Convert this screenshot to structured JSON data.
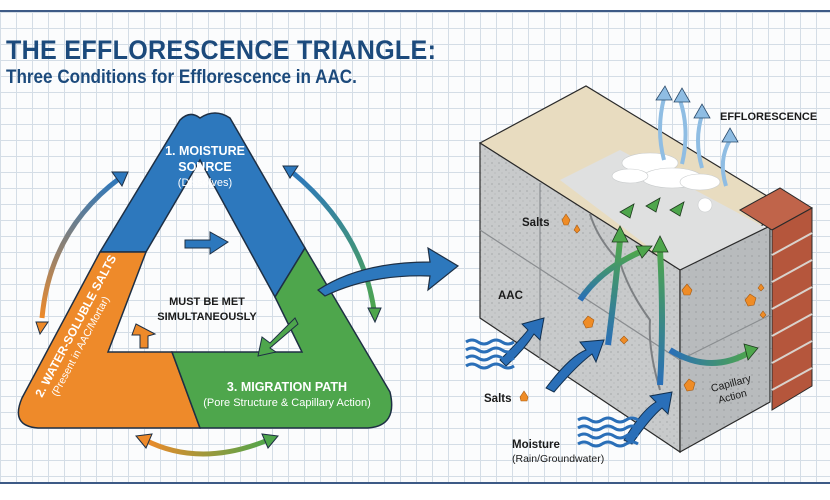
{
  "header": {
    "title": "THE EFFLORESCENCE TRIANGLE:",
    "subtitle": "Three Conditions for Efflorescence in AAC."
  },
  "triangle": {
    "center_label_line1": "MUST BE MET",
    "center_label_line2": "SIMULTANEOUSLY",
    "segments": [
      {
        "id": "moisture",
        "title_line1": "1. MOISTURE",
        "title_line2": "SOURCE",
        "subtitle": "(Dissolves)",
        "color": "#2d78bd"
      },
      {
        "id": "salts",
        "title": "2. WATER-SOLUBLE SALTS",
        "subtitle": "(Present in AAC/Mortar)",
        "color": "#ee8a2a"
      },
      {
        "id": "migration",
        "title": "3. MIGRATION PATH",
        "subtitle": "(Pore Structure & Capillary Action)",
        "color": "#4ea64c"
      }
    ]
  },
  "illustration": {
    "labels": {
      "efflorescence": "EFFLORESCENCE",
      "salts_top": "Salts",
      "aac": "AAC",
      "salts_bottom": "Salts",
      "moisture": "Moisture",
      "moisture_sub": "(Rain/Groundwater)",
      "capillary_line1": "Capillary",
      "capillary_line2": "Action"
    },
    "colors": {
      "block": "#c9cbcc",
      "block_dark": "#a9acae",
      "brick": "#b5563c",
      "coating": "#e8dcc0",
      "water": "#2a6fb8",
      "arrow_green": "#4ea64c",
      "vapor": "#8fbde3",
      "salt": "#ef8c26"
    }
  }
}
